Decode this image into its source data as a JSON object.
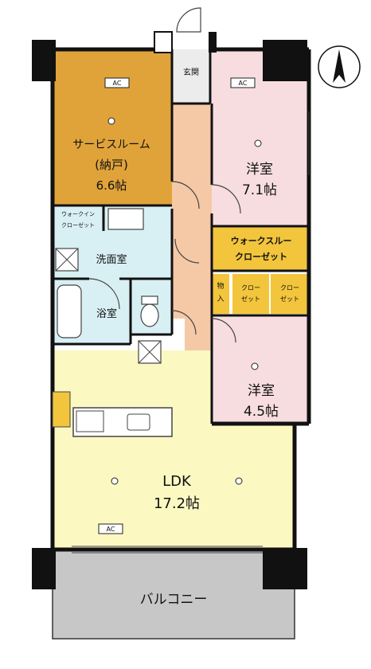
{
  "rooms": {
    "service_room": {
      "name": "サービスルーム",
      "subname": "(納戸)",
      "size": "6.6帖"
    },
    "entrance": "玄関",
    "western_room_1": {
      "name": "洋室",
      "size": "7.1帖"
    },
    "walk_in_closet": "ウォークイン\nクローゼット",
    "walk_through_closet": {
      "line1": "ウォークスルー",
      "line2": "クローゼット"
    },
    "washroom": "洗面室",
    "bathroom": "浴室",
    "storage": "物入",
    "closet_a": "クロー\nゼット",
    "closet_b": "クロー\nゼット",
    "western_room_2": {
      "name": "洋室",
      "size": "4.5帖"
    },
    "ldk": {
      "name": "LDK",
      "size": "17.2帖"
    },
    "balcony": "バルコニー"
  },
  "ac_label": "AC",
  "colors": {
    "service_room": "#e0a33a",
    "western_rooms": "#f7dde0",
    "hallway": "#f5c9a6",
    "water_areas": "#d8f0f4",
    "ldk": "#fbf8c2",
    "balcony": "#c7c7c7",
    "closet": "#f2c53d",
    "walls": "#111111"
  }
}
